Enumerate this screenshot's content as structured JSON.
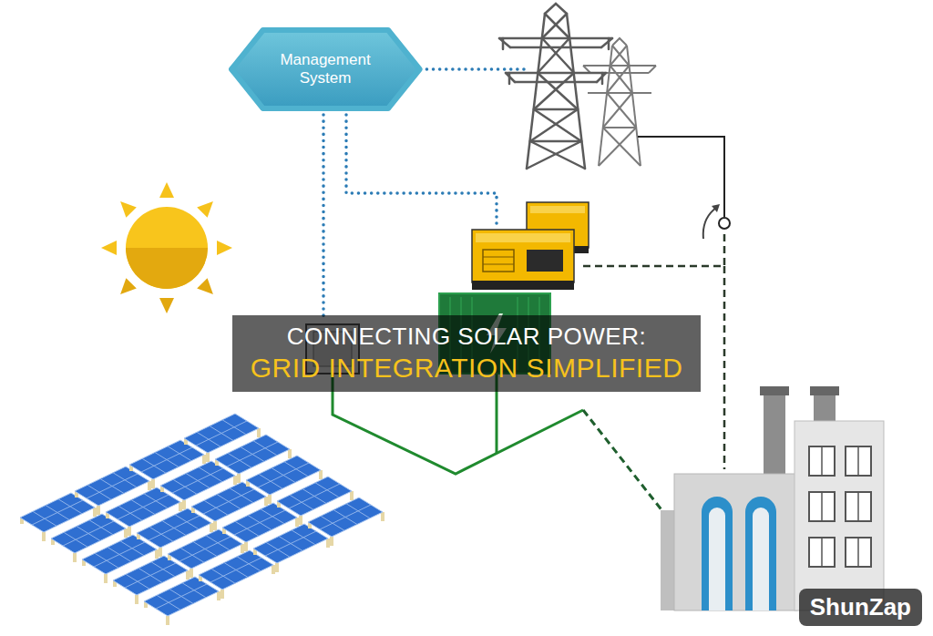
{
  "diagram": {
    "nodes": [
      {
        "text": [
          "Management System"
        ]
      },
      {
        "text": [
          "CONNECTING SOLAR POWER:",
          "GRID INTEGRATION SIMPLIFIED"
        ]
      }
    ],
    "labels": [
      "ShunZap"
    ]
  }
}
